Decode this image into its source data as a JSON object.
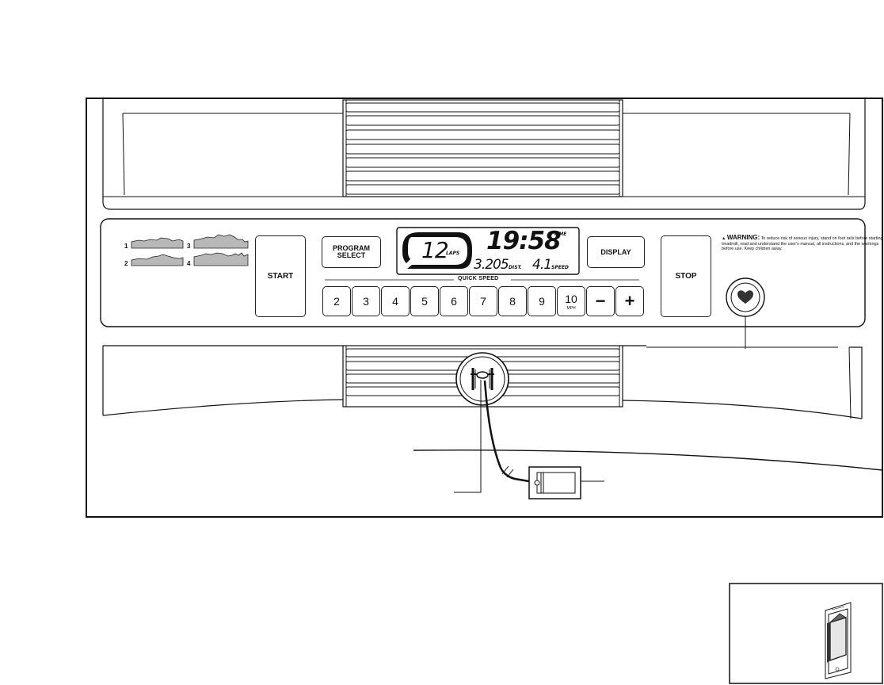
{
  "profiles": [
    "1",
    "2",
    "3",
    "4"
  ],
  "buttons": {
    "start": "START",
    "program_line1": "PROGRAM",
    "program_line2": "SELECT",
    "display": "DISPLAY",
    "stop": "STOP"
  },
  "quick_speed": {
    "label": "QUICK SPEED",
    "values": [
      "2",
      "3",
      "4",
      "5",
      "6",
      "7",
      "8",
      "9",
      "10"
    ],
    "unit": "MPH",
    "minus": "−",
    "plus": "+"
  },
  "lcd": {
    "laps": "12",
    "laps_label": "LAPS",
    "time": "19:58",
    "time_label": "TIME",
    "distance": "3.205",
    "distance_label": "DIST.",
    "speed": "4.1",
    "speed_label": "SPEED"
  },
  "warning": {
    "title": "WARNING:",
    "text": "To reduce risk of serious injury, stand on foot rails before starting treadmill, read and understand the user's manual, all instructions, and the warnings before use. Keep children away."
  }
}
